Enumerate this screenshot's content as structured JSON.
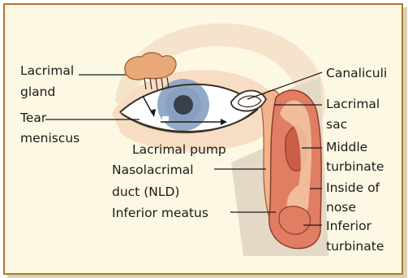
{
  "labels": {
    "lacrimal_gland_1": "Lacrimal",
    "lacrimal_gland_2": "gland",
    "tear_meniscus_1": "Tear",
    "tear_meniscus_2": "meniscus",
    "lacrimal_pump": "Lacrimal pump",
    "nld_1": "Nasolacrimal",
    "nld_2": "duct (NLD)",
    "inferior_meatus": "Inferior meatus",
    "canaliculi": "Canaliculi",
    "lacrimal_sac_1": "Lacrimal",
    "lacrimal_sac_2": "sac",
    "middle_turbinate_1": "Middle",
    "middle_turbinate_2": "turbinate",
    "inside_nose_1": "Inside of",
    "inside_nose_2": "nose",
    "inferior_turbinate_1": "Inferior",
    "inferior_turbinate_2": "turbinate"
  },
  "colors": {
    "background": "#fdf8e3",
    "border": "#b3772a",
    "skin": "#f6ddc4",
    "iris": "#93a9c9",
    "pupil": "#3a3f4c",
    "gland": "#e8a877",
    "tissue": "#e07d63",
    "bone": "#e4d9c6"
  }
}
